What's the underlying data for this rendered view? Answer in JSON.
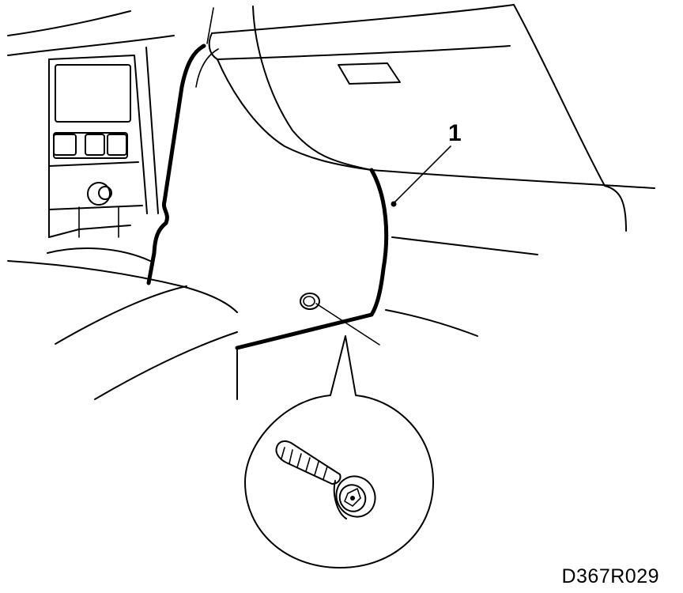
{
  "callouts": [
    {
      "label": "1",
      "target": "side-trim-panel"
    }
  ],
  "figure_code": "D367R029",
  "colors": {
    "line": "#000000",
    "background": "#ffffff"
  },
  "icons": {
    "fastener": "torx-screw-icon"
  }
}
